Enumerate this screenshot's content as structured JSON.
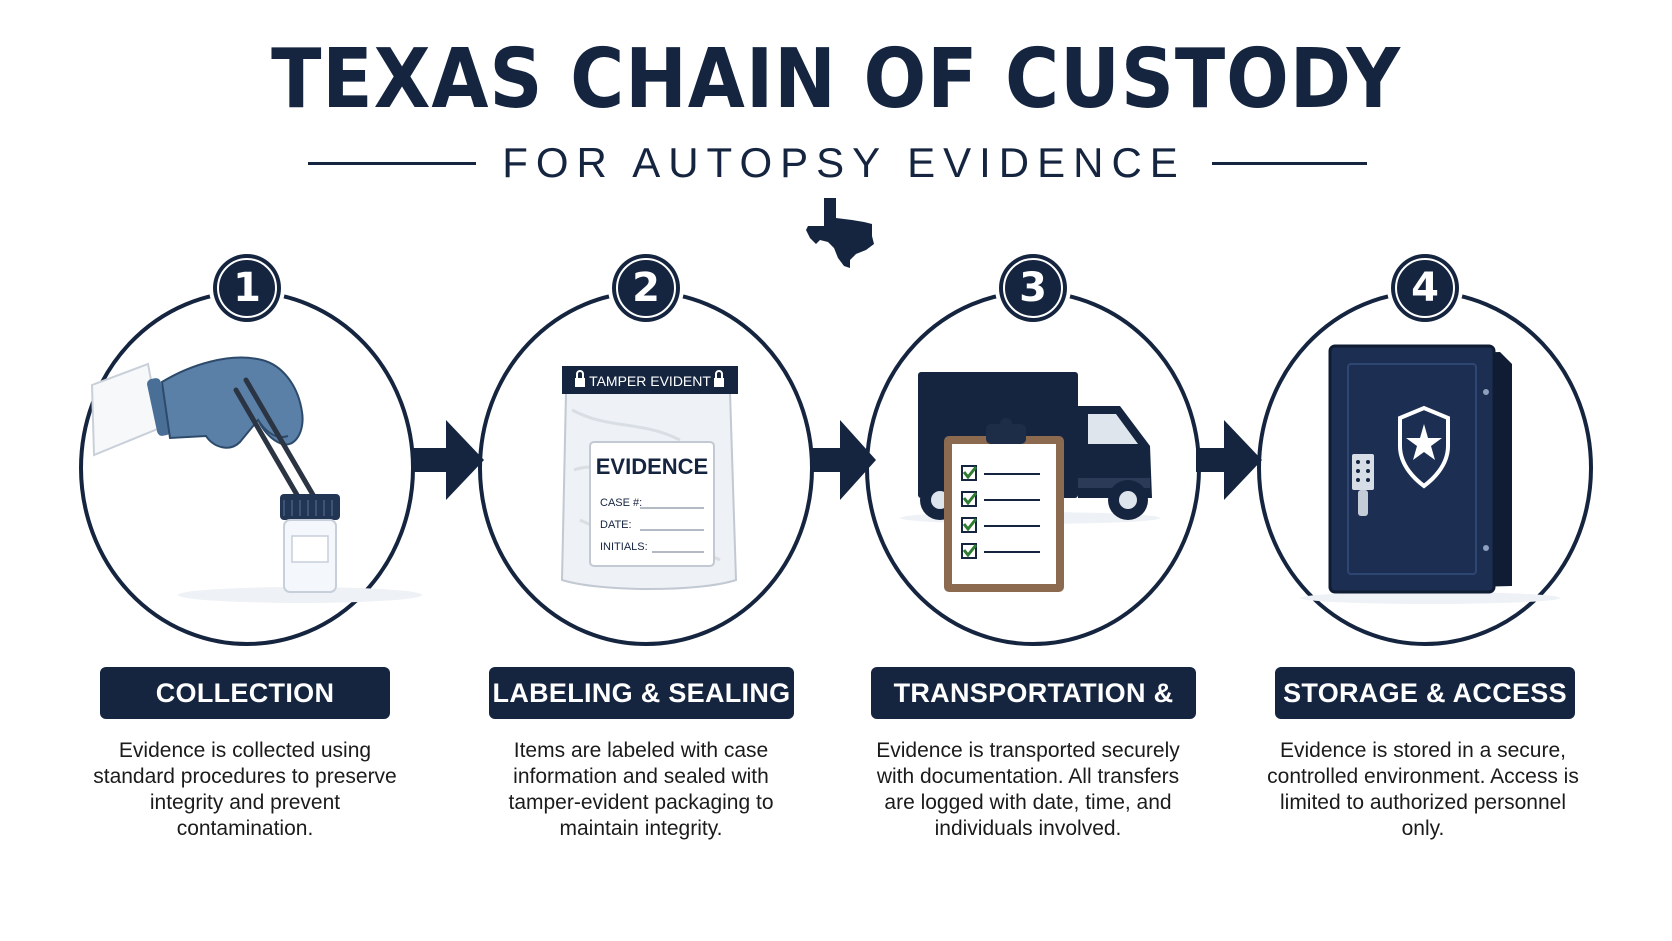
{
  "header": {
    "title": "TEXAS CHAIN OF CUSTODY",
    "subtitle": "FOR AUTOPSY EVIDENCE"
  },
  "colors": {
    "navy": "#152540",
    "glove": "#5a80a8",
    "check": "#2e7d32",
    "clipboard": "#8b6a4f"
  },
  "icons": {
    "texas": "texas-state-icon",
    "step1": "gloved-hand-tweezers-icon",
    "step2": "evidence-bag-icon",
    "step3": "truck-clipboard-icon",
    "step4": "safe-icon",
    "arrow": "arrow-right-icon"
  },
  "steps": [
    {
      "number": "1",
      "label": "COLLECTION",
      "description": "Evidence is collected using standard procedures to preserve integrity and prevent contamination."
    },
    {
      "number": "2",
      "label": "LABELING & SEALING",
      "description": "Items are labeled with case information and sealed with tamper-evident packaging to maintain integrity."
    },
    {
      "number": "3",
      "label": "TRANSPORTATION & LOG",
      "description": "Evidence is transported securely with documentation. All transfers are logged with date, time, and individuals involved."
    },
    {
      "number": "4",
      "label": "STORAGE & ACCESS",
      "description": "Evidence is stored in a secure, controlled environment. Access is limited to authorized personnel only."
    }
  ],
  "bag": {
    "banner": "TAMPER EVIDENT",
    "label_title": "EVIDENCE",
    "fields": [
      "CASE #:",
      "DATE:",
      "INITIALS:"
    ]
  }
}
